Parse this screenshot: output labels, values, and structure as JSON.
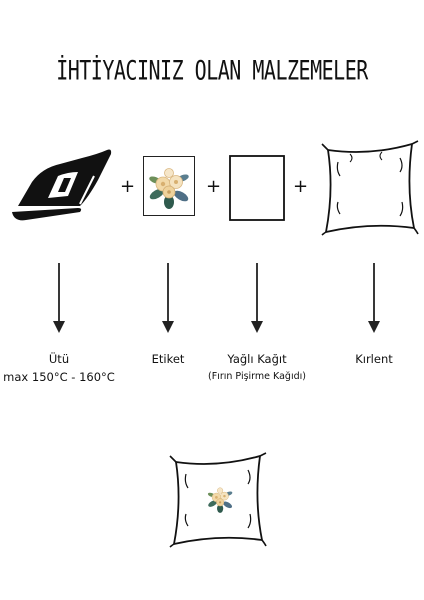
{
  "title": "İHTİYACINIZ OLAN MALZEMELER",
  "operator": "+",
  "items": [
    {
      "label": "Ütü",
      "note": "max 150°C - 160°C",
      "icon": "iron-icon"
    },
    {
      "label": "Etiket",
      "note": "",
      "icon": "floral-label-icon"
    },
    {
      "label": "Yağlı Kağıt",
      "note": "(Fırın Pişirme Kağıdı)",
      "icon": "baking-paper-icon"
    },
    {
      "label": "Kırlent",
      "note": "",
      "icon": "pillow-icon"
    }
  ],
  "result": {
    "icon": "pillow-with-label-icon"
  },
  "colors": {
    "ink": "#111111",
    "rose": "#f2d9a8",
    "leaf": "#3e6b5c",
    "leaf_blue": "#4f6f86"
  }
}
